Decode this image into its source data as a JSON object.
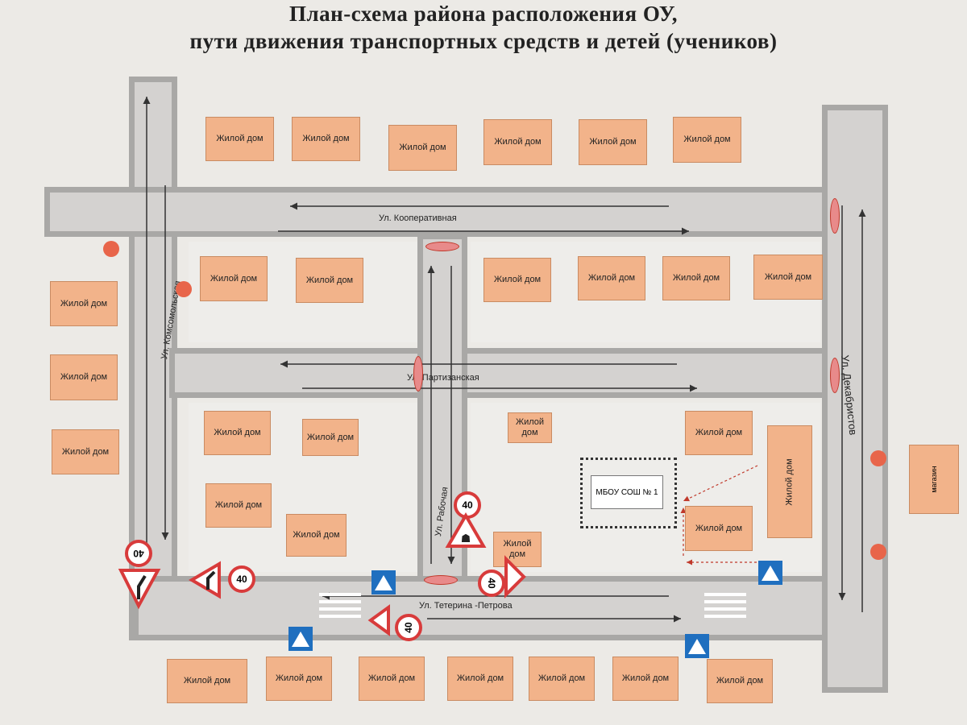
{
  "title": {
    "line1": "План-схема района расположения ОУ,",
    "line2": "пути движения транспортных средств и детей (учеников)"
  },
  "streets": {
    "kooperativnaya": "Ул. Кооперативная",
    "partizanskaya": "Ул. Партизанская",
    "komsomolskaya": "Ул. Комсомольская",
    "rabochaya": "Ул. Рабочая",
    "dekabristov": "Ул. Декабристов",
    "teterina": "Ул. Тетерина -Петрова"
  },
  "house_label": "Жилой дом",
  "school_label": "МБОУ СОШ № 1",
  "shop_label": "магазин",
  "speed_limit": "40",
  "colors": {
    "house": "#f2b38a",
    "road": "#d4d2d0",
    "curb": "#a9a8a6",
    "sign_red": "#d83b3b",
    "sign_blue": "#1f6fbf",
    "traffic_light": "#e8654a"
  }
}
